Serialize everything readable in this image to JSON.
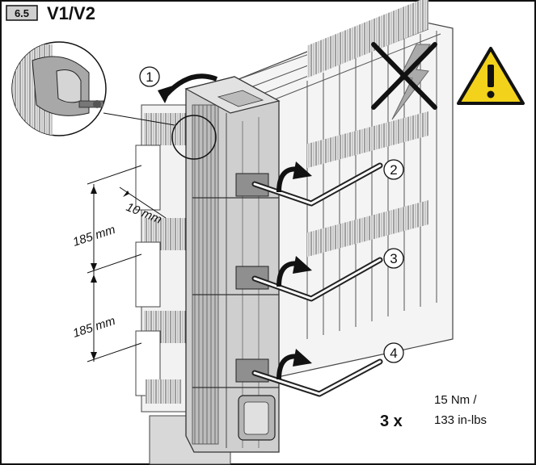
{
  "header": {
    "step_number": "6.5",
    "title": "V1/V2"
  },
  "dimensions": {
    "vertical_spacing_1": "185 mm",
    "vertical_spacing_2": "185 mm",
    "gap": "10 mm"
  },
  "callouts": {
    "step_1": "1",
    "step_2": "2",
    "step_3": "3",
    "step_4": "4"
  },
  "torque": {
    "multiplier": "3 x",
    "line_1": "15 Nm /",
    "line_2": "133 in-lbs"
  },
  "icons": {
    "no_hammer": "no-impact-icon",
    "warning": "warning-icon",
    "warning_color": "#f2d21b"
  }
}
